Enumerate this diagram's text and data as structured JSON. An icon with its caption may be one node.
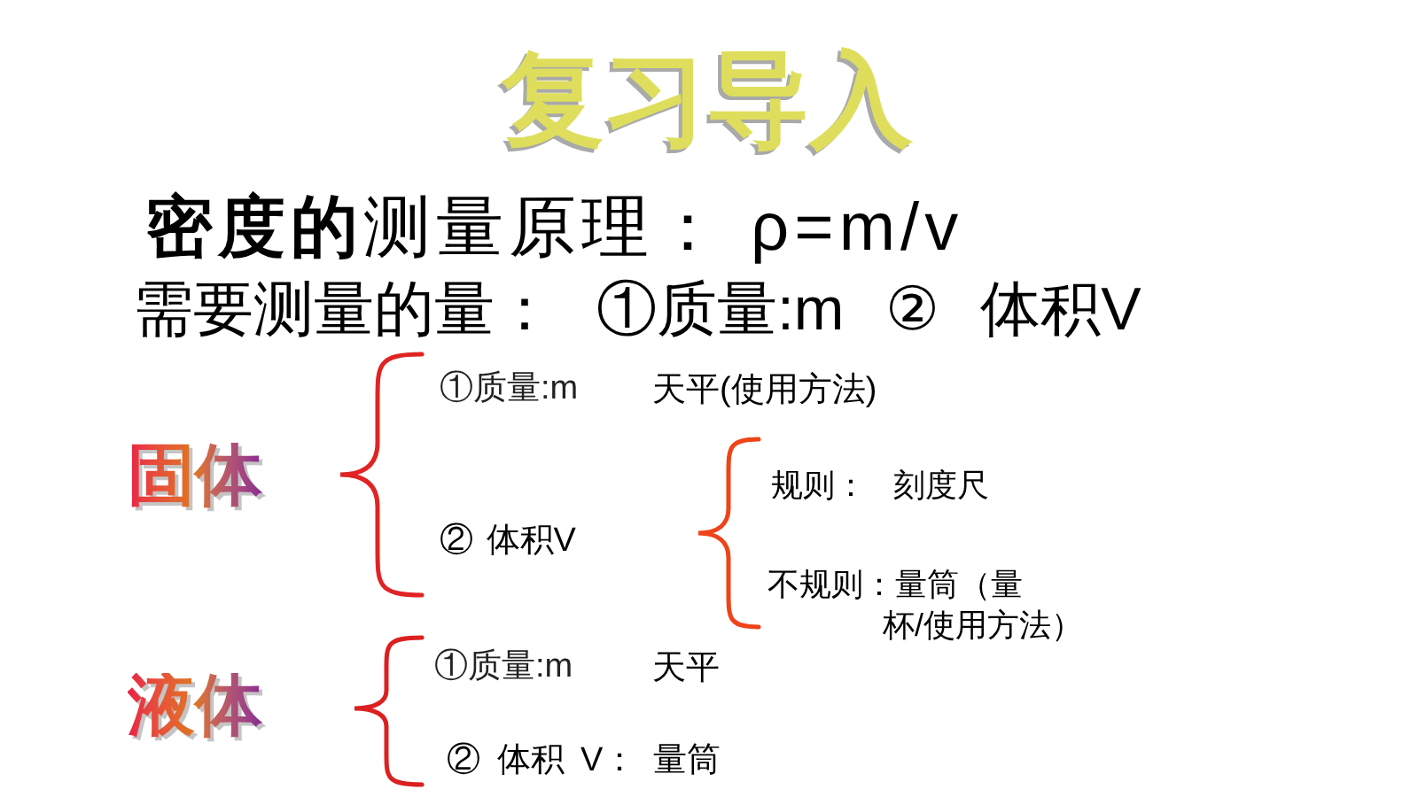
{
  "diagram": {
    "title": "复习导入",
    "labels": [
      "**密度的**测量原理： ρ=m/v",
      "需要测量的量： ①质量:m ② 体积V",
      "固体",
      "①质量:m",
      "天平(使用方法)",
      "② 体积V",
      "规则： 刻度尺",
      "不规则：量筒（量杯/使用方法）",
      "液体",
      "①质量:m",
      "天平",
      "② 体积 V： 量筒"
    ]
  }
}
